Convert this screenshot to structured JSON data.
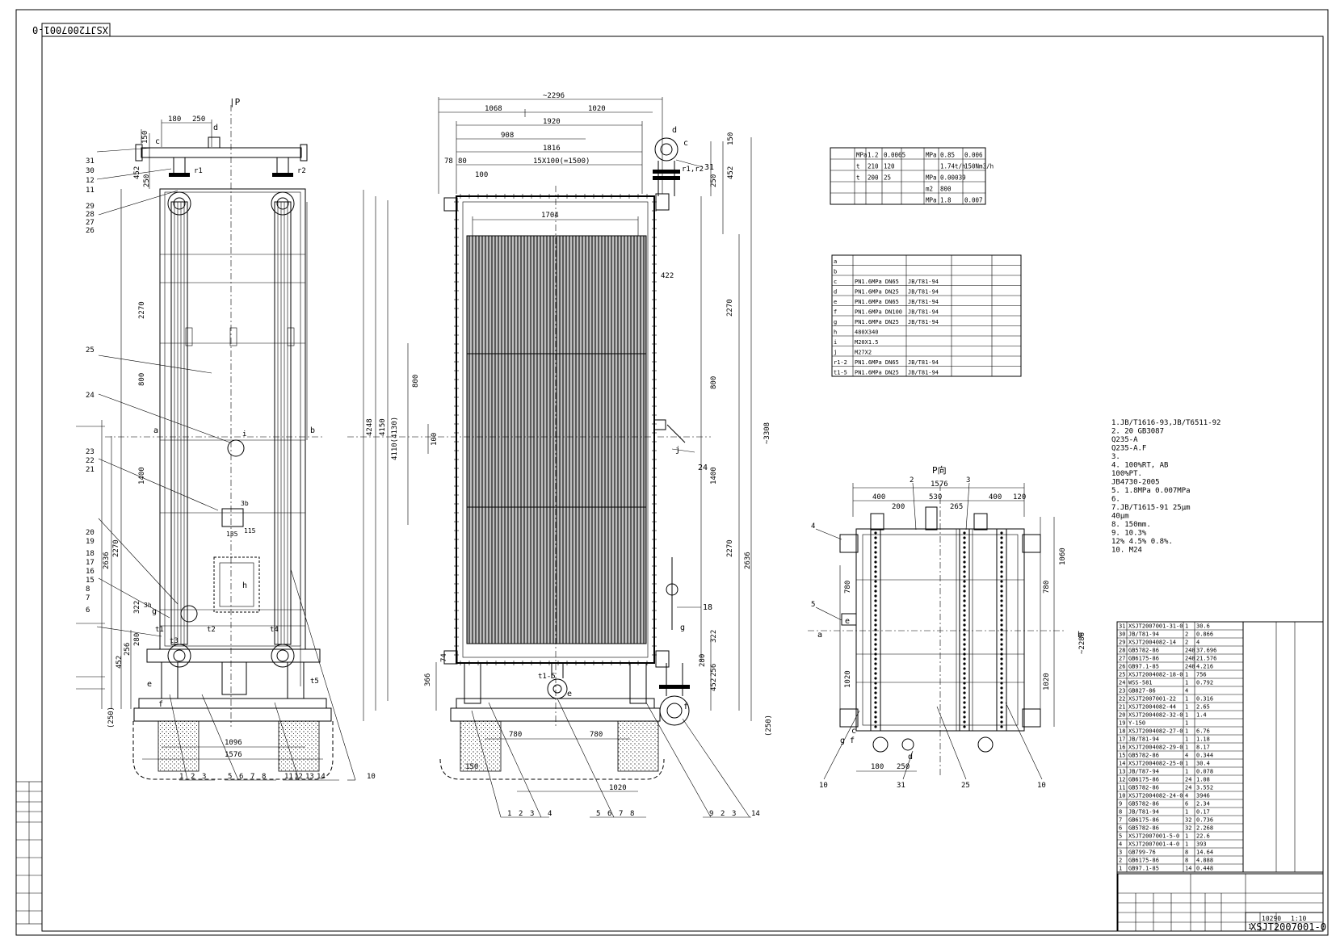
{
  "drawing_no": "XSJT2007001-0",
  "corner_stamp": "XSJT2007001-0",
  "views": {
    "left": {
      "view_label": "|P",
      "dims_top": [
        "180",
        "250"
      ],
      "dims_bottom": [
        "1096",
        "1576"
      ],
      "dims_vertical": [
        "150",
        "452",
        "250",
        "2270",
        "800",
        "1400",
        "2270",
        "2636",
        "322",
        "280",
        "256",
        "452",
        "(250)"
      ],
      "ports": [
        "c",
        "d",
        "r1",
        "r2",
        "a",
        "b",
        "e",
        "f",
        "g",
        "h",
        "i",
        "t1",
        "t2",
        "t3",
        "t4",
        "t5",
        "3b"
      ],
      "side_labels": [
        "31",
        "30",
        "12",
        "11",
        "29",
        "28",
        "27",
        "26",
        "25",
        "24",
        "23",
        "22",
        "21",
        "20",
        "19",
        "18",
        "17",
        "16",
        "15",
        "8",
        "7",
        "6",
        "3h"
      ],
      "bottom_labels": [
        "1",
        "2",
        "3",
        "5",
        "6",
        "7",
        "8",
        "11",
        "12",
        "13",
        "14",
        "10"
      ],
      "inset_dims": [
        "135",
        "115",
        "3h"
      ]
    },
    "middle": {
      "dims_top": [
        "~2296",
        "1068",
        "1020",
        "1920",
        "908",
        "1816",
        "78",
        "80",
        "100",
        "15X100(=1500)",
        "1704"
      ],
      "dims_right": [
        "150",
        "452",
        "250",
        "422",
        "2270",
        "800",
        "1400",
        "2270",
        "2636",
        "322",
        "280",
        "256",
        "452",
        "(250)",
        "~3308"
      ],
      "dims_left": [
        "4248",
        "4150",
        "4110(4130)",
        "800",
        "100",
        "366",
        "74"
      ],
      "dims_bottom": [
        "780",
        "780",
        "150",
        "1020"
      ],
      "ports": [
        "c",
        "d",
        "r1,r2",
        "t1-5",
        "e",
        "f",
        "g",
        "j"
      ],
      "labels": [
        "31",
        "24",
        "18",
        "1",
        "2",
        "3",
        "4",
        "5",
        "6",
        "7",
        "8",
        "9",
        "2",
        "3",
        "14"
      ]
    },
    "right": {
      "view_label": "P向",
      "dims_top": [
        "1576",
        "400",
        "200",
        "530",
        "265",
        "400",
        "120"
      ],
      "dims_side": [
        "1060",
        "780",
        "1020",
        "780",
        "1020"
      ],
      "dims_bottom": [
        "180",
        "250"
      ],
      "dims_left": [
        "~2286"
      ],
      "ports": [
        "a",
        "b",
        "e",
        "c",
        "g",
        "f",
        "d"
      ],
      "labels": [
        "4",
        "5",
        "2",
        "3",
        "10",
        "31",
        "25",
        "10"
      ]
    }
  },
  "design_table": {
    "rows": [
      [
        "",
        "MPa",
        "1.2",
        "0.0065",
        "",
        "MPa",
        "0.85",
        "0.006"
      ],
      [
        "",
        "t",
        "210",
        "120",
        "",
        "",
        "1.74t/h",
        "150Nm3/h"
      ],
      [
        "",
        "t",
        "200",
        "25",
        "",
        "MPa",
        "0.00039",
        ""
      ],
      [
        "",
        "",
        "",
        "",
        "",
        "m2",
        "800",
        ""
      ],
      [
        "",
        "",
        "",
        "",
        "",
        "MPa",
        "1.8",
        "0.007"
      ]
    ]
  },
  "nozzle_table": {
    "rows": [
      [
        "a",
        "",
        "",
        ""
      ],
      [
        "b",
        "",
        "",
        ""
      ],
      [
        "c",
        "PN1.6MPa DN65",
        "JB/T81-94",
        ""
      ],
      [
        "d",
        "PN1.6MPa DN25",
        "JB/T81-94",
        ""
      ],
      [
        "e",
        "PN1.6MPa DN65",
        "JB/T81-94",
        ""
      ],
      [
        "f",
        "PN1.6MPa DN100",
        "JB/T81-94",
        ""
      ],
      [
        "g",
        "PN1.6MPa DN25",
        "JB/T81-94",
        ""
      ],
      [
        "h",
        "480X340",
        "",
        ""
      ],
      [
        "i",
        "M20X1.5",
        "",
        ""
      ],
      [
        "j",
        "M27X2",
        "",
        ""
      ],
      [
        "r1-2",
        "PN1.6MPa DN65",
        "JB/T81-94",
        ""
      ],
      [
        "t1-5",
        "PN1.6MPa DN25",
        "JB/T81-94",
        ""
      ]
    ]
  },
  "notes": [
    "1.JB/T1616-93,JB/T6511-92",
    "2.     20 GB3087",
    "         Q235-A",
    "         Q235-A.F",
    "3.",
    "4.      100%RT,      AB",
    "    100%PT.",
    "  JB4730-2005",
    "5.      1.8MPa       0.007MPa",
    "6.",
    "7.JB/T1615-91        25μm",
    "     40μm",
    "8.        150mm.",
    "9.     10.3%",
    "  12%      4.5%    0.8%.",
    "10.          M24",
    ""
  ],
  "parts_list": {
    "rows": [
      [
        "31",
        "XSJT2007001-31-0",
        "1",
        "30.6"
      ],
      [
        "30",
        "JB/T81-94",
        "2",
        "0.866"
      ],
      [
        "29",
        "XSJT2004082-14",
        "2",
        "4"
      ],
      [
        "28",
        "GB5782-86",
        "248",
        "37.696"
      ],
      [
        "27",
        "GB6175-86",
        "248",
        "21.576"
      ],
      [
        "26",
        "GB97.1-85",
        "248",
        "4.216"
      ],
      [
        "25",
        "XSJT2004082-18-0",
        "1",
        "756"
      ],
      [
        "24",
        "WSS-581",
        "1",
        "0.792"
      ],
      [
        "23",
        "GB827-86",
        "4",
        ""
      ],
      [
        "22",
        "XSJT2007001-22",
        "1",
        "0.316"
      ],
      [
        "21",
        "XSJT2004082-44",
        "1",
        "2.65"
      ],
      [
        "20",
        "XSJT2004082-32-0",
        "1",
        "1.4"
      ],
      [
        "19",
        "Y-150",
        "1",
        ""
      ],
      [
        "18",
        "XSJT2004082-27-0",
        "1",
        "6.76"
      ],
      [
        "17",
        "JB/T81-94",
        "1",
        "1.18"
      ],
      [
        "16",
        "XSJT2004082-29-0",
        "1",
        "8.17"
      ],
      [
        "15",
        "GB5782-86",
        "4",
        "0.344"
      ],
      [
        "14",
        "XSJT2004082-25-0",
        "1",
        "30.4"
      ],
      [
        "13",
        "JB/T87-94",
        "1",
        "0.078"
      ],
      [
        "12",
        "GB6175-86",
        "24",
        "1.08"
      ],
      [
        "11",
        "GB5782-86",
        "24",
        "3.552"
      ],
      [
        "10",
        "XSJT2004082-24-0",
        "4",
        "3946"
      ],
      [
        "9",
        "GB5782-86",
        "6",
        "2.34"
      ],
      [
        "8",
        "JB/T81-94",
        "1",
        "0.17"
      ],
      [
        "7",
        "GB6175-86",
        "32",
        "0.736"
      ],
      [
        "6",
        "GB5782-86",
        "32",
        "2.268"
      ],
      [
        "5",
        "XSJT2007001-5-0",
        "1",
        "22.6"
      ],
      [
        "4",
        "XSJT2007001-4-0",
        "1",
        "393"
      ],
      [
        "3",
        "GB799-76",
        "8",
        "14.64"
      ],
      [
        "2",
        "GB6175-86",
        "8",
        "4.888"
      ],
      [
        "1",
        "GB97.1-85",
        "14",
        "0.448"
      ]
    ]
  },
  "title_block": {
    "scale": "1:10",
    "weight": "10290",
    "sheet": "1",
    "drawing_no": "XSJT2007001-0"
  }
}
